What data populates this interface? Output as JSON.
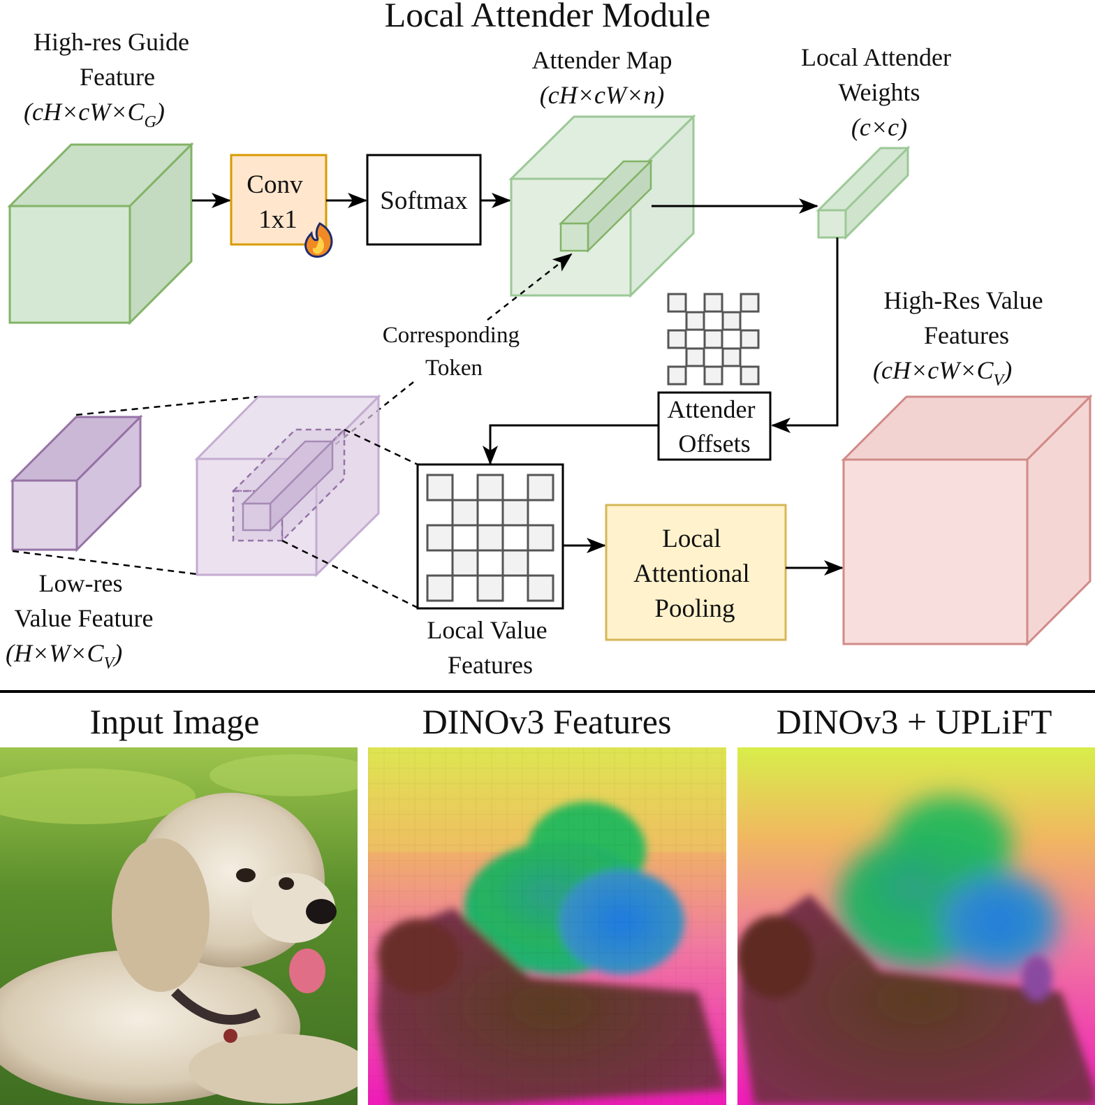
{
  "diagram": {
    "title": "Local Attender Module",
    "guide_feature": {
      "line1": "High-res Guide",
      "line2": "Feature",
      "dims": "(cH×cW×C",
      "dims_sub": "G",
      "dims_close": ")"
    },
    "conv": {
      "line1": "Conv",
      "line2": "1x1",
      "icon": "fire-icon"
    },
    "softmax": {
      "label": "Softmax"
    },
    "attender_map": {
      "line1": "Attender Map",
      "dims": "(cH×cW×n)"
    },
    "local_attender_weights": {
      "line1": "Local Attender",
      "line2": "Weights",
      "dims": "(c×c)"
    },
    "corresponding_token": {
      "line1": "Corresponding",
      "line2": "Token"
    },
    "attender_offsets": {
      "line1": "Attender",
      "line2": "Offsets"
    },
    "high_res_value": {
      "line1": "High-Res Value",
      "line2": "Features",
      "dims": "(cH×cW×C",
      "dims_sub": "V",
      "dims_close": ")"
    },
    "low_res_value": {
      "line1": "Low-res",
      "line2": "Value Feature",
      "dims": "(H×W×C",
      "dims_sub": "V",
      "dims_close": ")"
    },
    "local_value": {
      "line1": "Local Value",
      "line2": "Features"
    },
    "pooling": {
      "line1": "Local",
      "line2": "Attentional",
      "line3": "Pooling"
    },
    "colors": {
      "green_fill": "#d5e8d4",
      "green_stroke": "#82b366",
      "orange_fill": "#ffe6cc",
      "orange_stroke": "#d79b00",
      "purple_fill": "#e1d5e7",
      "purple_stroke": "#9673a6",
      "pink_fill": "#f8cecc",
      "pink_stroke": "#b85450",
      "yellow_fill": "#fff2cc",
      "yellow_stroke": "#d6b656"
    }
  },
  "panels": [
    {
      "title": "Input Image"
    },
    {
      "title": "DINOv3 Features"
    },
    {
      "title": "DINOv3 + UPLiFT"
    }
  ]
}
